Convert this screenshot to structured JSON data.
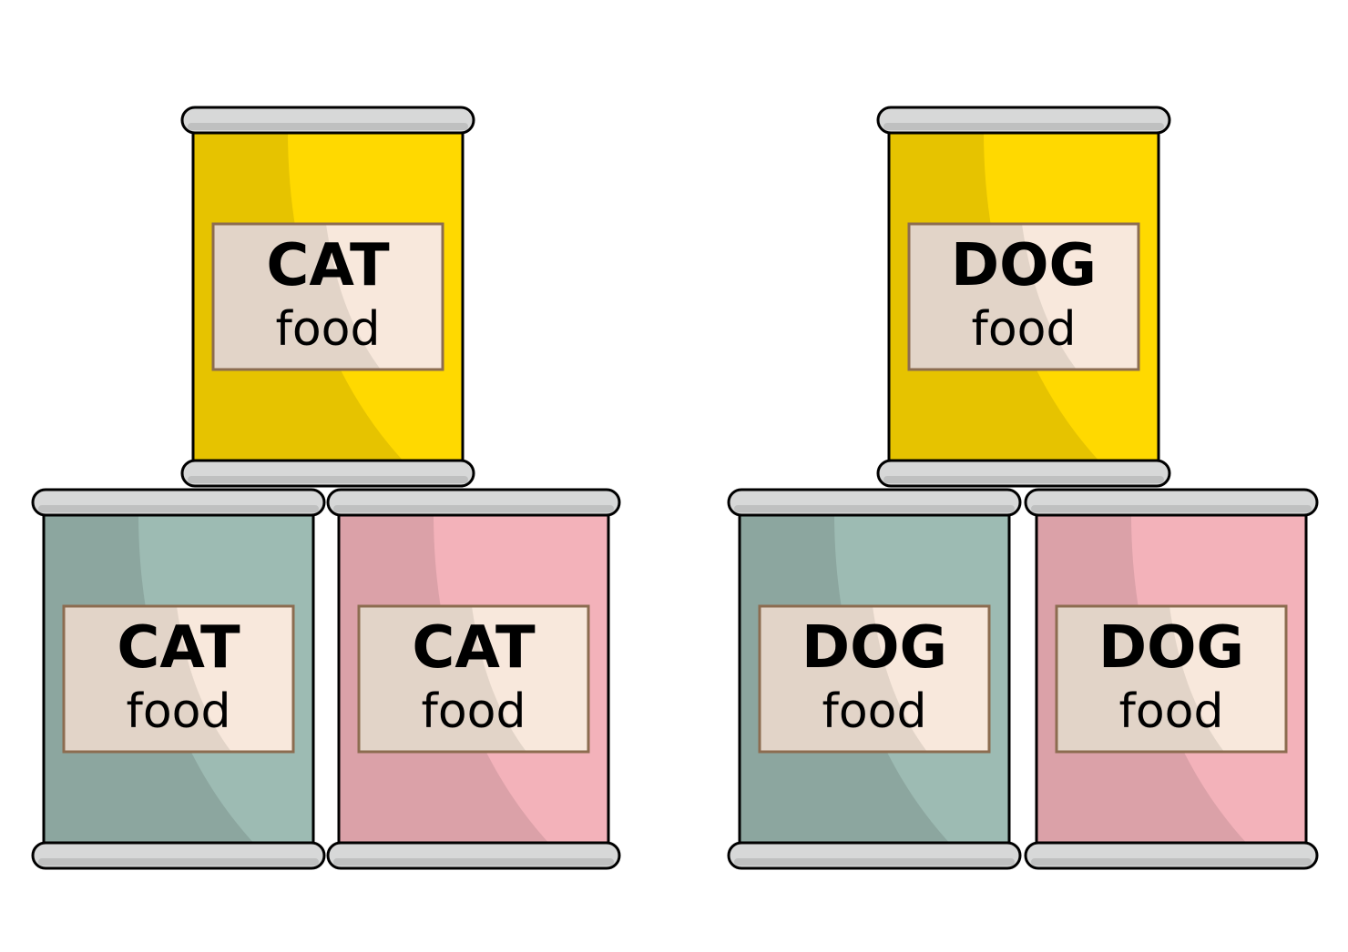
{
  "colors": {
    "yellow_body": "#FFD900",
    "yellow_shade": "#E6C300",
    "teal_body": "#9DBBB3",
    "teal_shade": "#8CA69F",
    "pink_body": "#F3B2BA",
    "pink_shade": "#DBA1A8",
    "rim": "#D7D8D8",
    "rim_shade": "#BFC0C0",
    "label_fill": "#F8E8DC",
    "label_shade": "#E2D4C8",
    "label_border": "#8C6C50",
    "outline": "#000000"
  },
  "stacks": [
    {
      "name": "cat",
      "cans": [
        {
          "id": "top",
          "color": "yellow",
          "brand": "CAT",
          "kind": "food"
        },
        {
          "id": "bottom-left",
          "color": "teal",
          "brand": "CAT",
          "kind": "food"
        },
        {
          "id": "bottom-right",
          "color": "pink",
          "brand": "CAT",
          "kind": "food"
        }
      ]
    },
    {
      "name": "dog",
      "cans": [
        {
          "id": "top",
          "color": "yellow",
          "brand": "DOG",
          "kind": "food"
        },
        {
          "id": "bottom-left",
          "color": "teal",
          "brand": "DOG",
          "kind": "food"
        },
        {
          "id": "bottom-right",
          "color": "pink",
          "brand": "DOG",
          "kind": "food"
        }
      ]
    }
  ]
}
